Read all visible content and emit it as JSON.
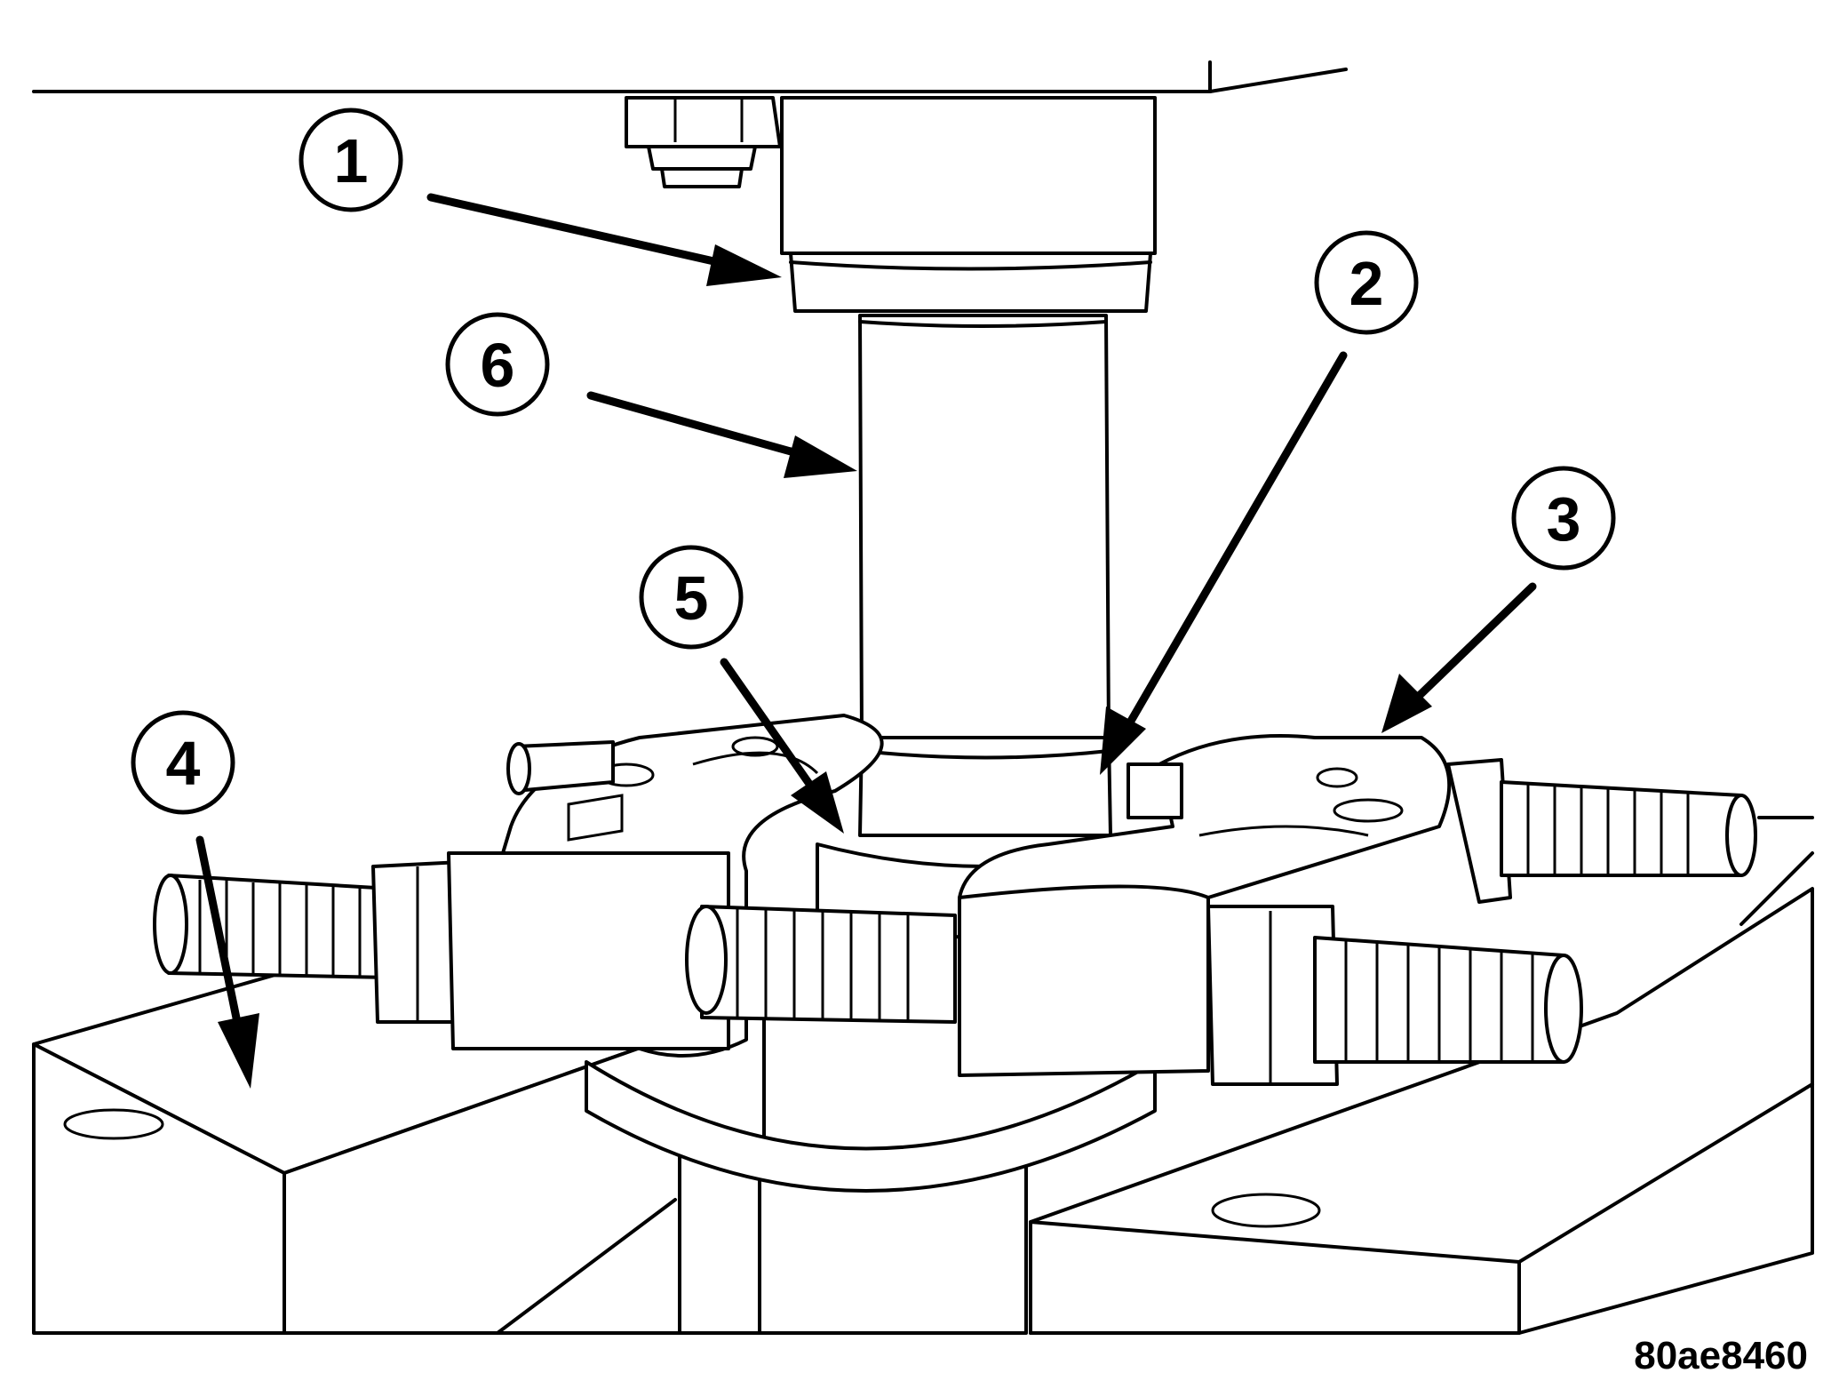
{
  "callouts": [
    {
      "id": "1",
      "label": "1"
    },
    {
      "id": "2",
      "label": "2"
    },
    {
      "id": "3",
      "label": "3"
    },
    {
      "id": "4",
      "label": "4"
    },
    {
      "id": "5",
      "label": "5"
    },
    {
      "id": "6",
      "label": "6"
    }
  ],
  "figure_code": "80ae8460"
}
